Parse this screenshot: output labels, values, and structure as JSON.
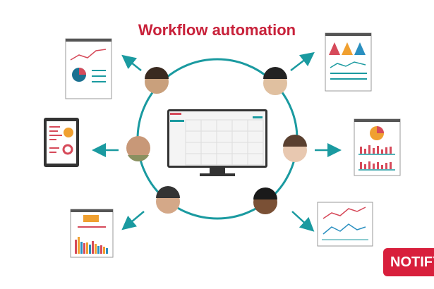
{
  "title": "Workflow automation",
  "logo": "NOTIFY",
  "colors": {
    "accent": "#1a9aa0",
    "brand": "#d81f3c",
    "chart_red": "#d64a5a",
    "chart_orange": "#f0a030",
    "chart_blue": "#2a8fc0"
  },
  "nodes": [
    "person-1",
    "person-2",
    "person-3",
    "person-4",
    "person-5",
    "person-6"
  ]
}
